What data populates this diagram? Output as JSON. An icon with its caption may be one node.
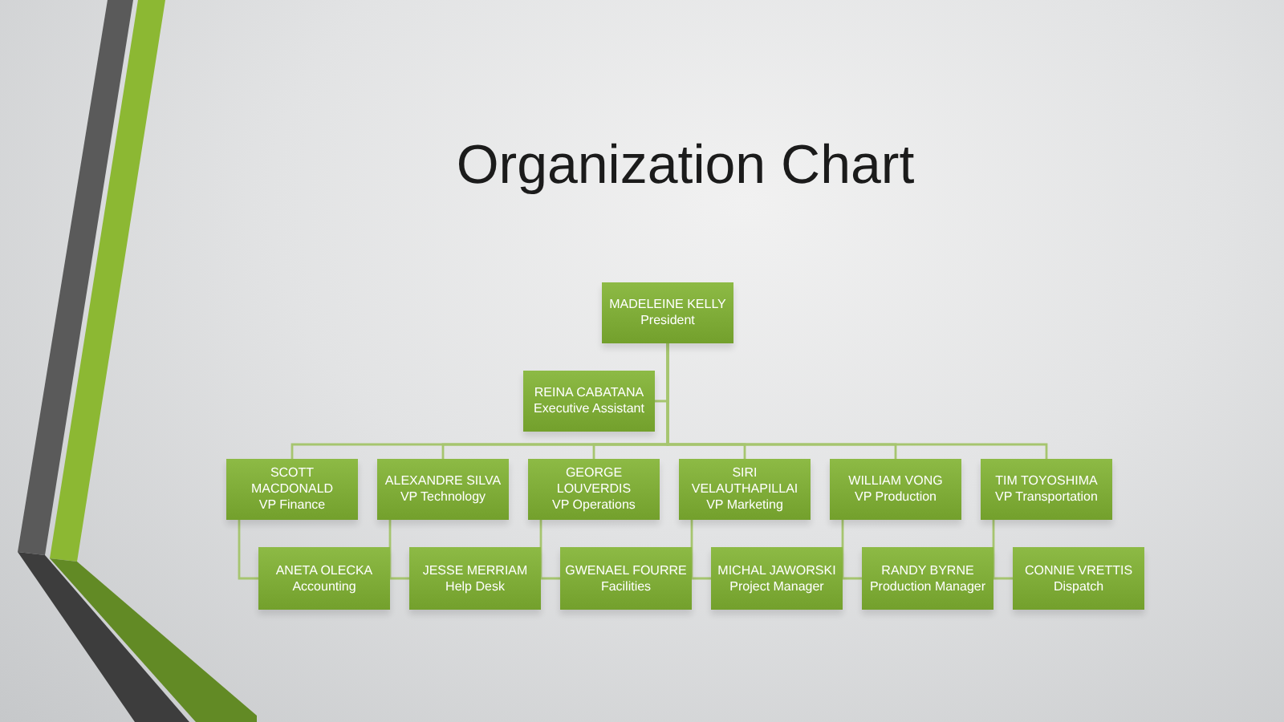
{
  "diagram": {
    "title": "Organization Chart",
    "nodes": [
      {
        "text": [
          "MADELEINE KELLY",
          "President"
        ]
      },
      {
        "text": [
          "REINA CABATANA",
          "Executive Assistant"
        ]
      },
      {
        "text": [
          "SCOTT MACDONALD",
          "VP Finance"
        ]
      },
      {
        "text": [
          "ALEXANDRE SILVA",
          "VP Technology"
        ]
      },
      {
        "text": [
          "GEORGE LOUVERDIS",
          "VP Operations"
        ]
      },
      {
        "text": [
          "SIRI VELAUTHAPILLAI",
          "VP Marketing"
        ]
      },
      {
        "text": [
          "WILLIAM VONG",
          "VP Production"
        ]
      },
      {
        "text": [
          "TIM TOYOSHIMA",
          "VP Transportation"
        ]
      },
      {
        "text": [
          "ANETA OLECKA",
          "Accounting"
        ]
      },
      {
        "text": [
          "JESSE MERRIAM",
          "Help Desk"
        ]
      },
      {
        "text": [
          "GWENAEL FOURRE",
          "Facilities"
        ]
      },
      {
        "text": [
          "MICHAL JAWORSKI",
          "Project Manager"
        ]
      },
      {
        "text": [
          "RANDY BYRNE",
          "Production Manager"
        ]
      },
      {
        "text": [
          "CONNIE VRETTIS",
          "Dispatch"
        ]
      }
    ],
    "edges": [
      {
        "from": 0,
        "to": 1,
        "arrow": "none"
      },
      {
        "from": 0,
        "to": 2,
        "arrow": "none"
      },
      {
        "from": 0,
        "to": 3,
        "arrow": "none"
      },
      {
        "from": 0,
        "to": 4,
        "arrow": "none"
      },
      {
        "from": 0,
        "to": 5,
        "arrow": "none"
      },
      {
        "from": 0,
        "to": 6,
        "arrow": "none"
      },
      {
        "from": 0,
        "to": 7,
        "arrow": "none"
      },
      {
        "from": 2,
        "to": 8,
        "arrow": "none"
      },
      {
        "from": 3,
        "to": 9,
        "arrow": "none"
      },
      {
        "from": 4,
        "to": 10,
        "arrow": "none"
      },
      {
        "from": 5,
        "to": 11,
        "arrow": "none"
      },
      {
        "from": 6,
        "to": 12,
        "arrow": "none"
      },
      {
        "from": 7,
        "to": 13,
        "arrow": "none"
      }
    ]
  }
}
